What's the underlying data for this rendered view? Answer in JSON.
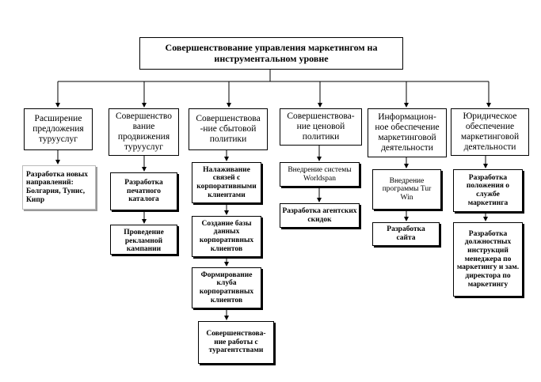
{
  "diagram": {
    "root": "Совершенствование управления маркетингом на\nинструментальном уровне",
    "columns": [
      {
        "title": "Расширение\nпредложения\nтурууслуг",
        "items": [
          "Разработка новых\nнаправлений:\nБолгария, Тунис,\nКипр"
        ]
      },
      {
        "title": "Совершенство\nвание\nпродвижения\nтурууслуг",
        "items": [
          "Разработка\nпечатного\nкаталога",
          "Проведение\nрекламной\nкампании"
        ]
      },
      {
        "title": "Совершенствова\n-ние сбытовой\nполитики",
        "items": [
          "Налаживание\nсвязей с\nкорпоративными\nклиентами",
          "Создание базы\nданных\nкорпоративных\nклиентов",
          "Формирование\nклуба\nкорпоративных\nклиентов",
          "Совершенствова-\nние работы с\nтурагентствами"
        ]
      },
      {
        "title": "Совершенствова-\nние ценовой\nполитики",
        "items": [
          "Внедрение системы\nWorldspan",
          "Разработка агентских\nскидок"
        ]
      },
      {
        "title": "Информацион-\nное обеспечение\nмаркетинговой\nдеятельности",
        "items": [
          "Внедрение\nпрограммы Tur\nWin",
          "Разработка\nсайта"
        ]
      },
      {
        "title": "Юридическое\nобеспечение\nмаркетинговой\nдеятельности",
        "items": [
          "Разработка\nположения о\nслужбе\nмаркетинга",
          "Разработка\nдолжностных\nинструкций\nменеджера по\nмаркетингу и зам.\nдиректора по\nмаркетингу"
        ]
      }
    ]
  }
}
